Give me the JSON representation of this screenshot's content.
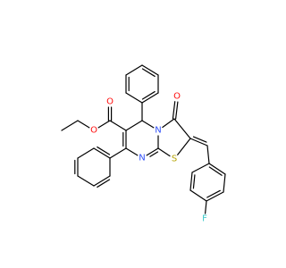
{
  "atoms": [
    {
      "id": "o_ester_carbonyl",
      "label": "O",
      "color": "#ff0d0d"
    },
    {
      "id": "o_ester_ether",
      "label": "O",
      "color": "#ff0d0d"
    },
    {
      "id": "o_ketone",
      "label": "O",
      "color": "#ff0d0d"
    },
    {
      "id": "n_ring",
      "label": "N",
      "color": "#3050f8"
    },
    {
      "id": "n_imine",
      "label": "N",
      "color": "#3050f8"
    },
    {
      "id": "s_ring",
      "label": "S",
      "color": "#b5a300"
    },
    {
      "id": "f_para",
      "label": "F",
      "color": "#36c8c8"
    }
  ],
  "colors": {
    "bond": "#000000",
    "background": "#ffffff"
  }
}
